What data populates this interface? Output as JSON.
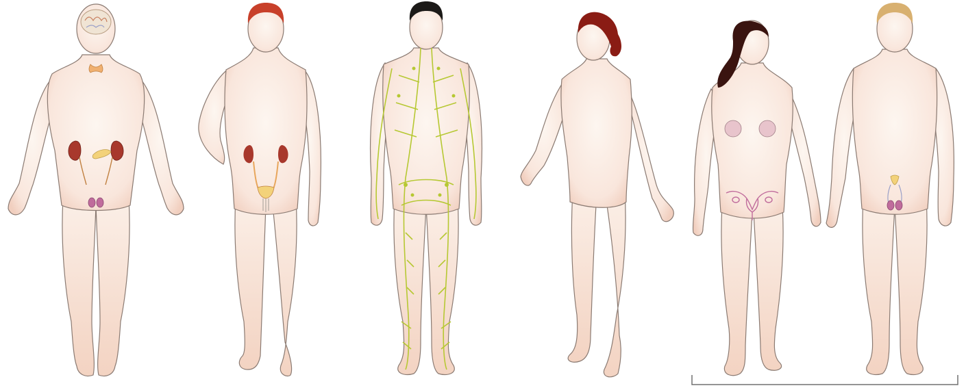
{
  "illustration": {
    "subject": "human-body-systems-figures",
    "figure_count": 6,
    "figures": [
      {
        "id": "endocrine",
        "icon": "endocrine-system-figure",
        "organs": [
          "brain",
          "thyroid",
          "adrenal-kidneys",
          "pancreas",
          "gonads"
        ]
      },
      {
        "id": "urinary",
        "icon": "urinary-system-figure",
        "organs": [
          "kidneys",
          "ureters",
          "bladder"
        ]
      },
      {
        "id": "lymphatic",
        "icon": "lymphatic-system-figure",
        "organs": [
          "lymph-vessels",
          "lymph-nodes"
        ]
      },
      {
        "id": "integumentary",
        "icon": "integumentary-system-figure",
        "organs": [
          "skin"
        ]
      },
      {
        "id": "reproductive-female",
        "icon": "female-reproductive-figure",
        "organs": [
          "breasts",
          "uterus",
          "ovaries"
        ]
      },
      {
        "id": "reproductive-male",
        "icon": "male-reproductive-figure",
        "organs": [
          "prostate",
          "testes"
        ]
      }
    ],
    "colors": {
      "skin_light": "#fdf6f0",
      "skin_shade": "#f3d6c6",
      "outline": "#8a7a72",
      "kidney": "#a8382c",
      "gland": "#e8a65c",
      "lymph": "#b6c832",
      "reproductive": "#c06c9c",
      "hair_red": "#c8402a",
      "hair_dark": "#1c1a18",
      "hair_auburn": "#8a1c14",
      "hair_brown": "#3a1410",
      "hair_blond": "#d8b070",
      "bracket": "#707070"
    }
  }
}
